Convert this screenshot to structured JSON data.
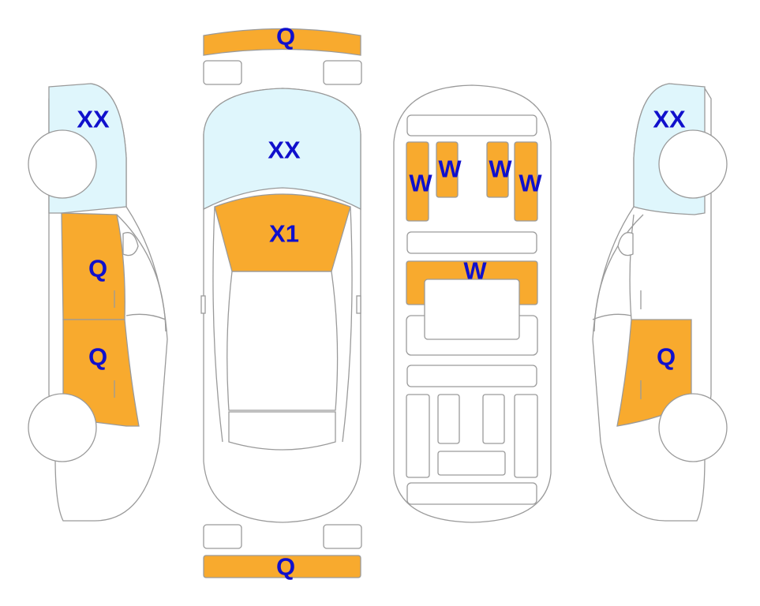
{
  "colors": {
    "damage_fill": "#F8AA2E",
    "glass_fill": "#DFF6FC",
    "label": "#1010CC",
    "outline": "#9A9A9A"
  },
  "labels": {
    "front_bumper": "Q",
    "rear_bumper": "Q",
    "roof_glass": "XX",
    "hood_area": "X1",
    "left_glass": "XX",
    "left_front_door": "Q",
    "left_rear_door": "Q",
    "right_glass": "XX",
    "right_door": "Q",
    "seat_front_left_outer": "W",
    "seat_front_left_inner": "W",
    "seat_front_right_inner": "W",
    "seat_front_right_outer": "W",
    "seat_middle_bench": "W"
  }
}
